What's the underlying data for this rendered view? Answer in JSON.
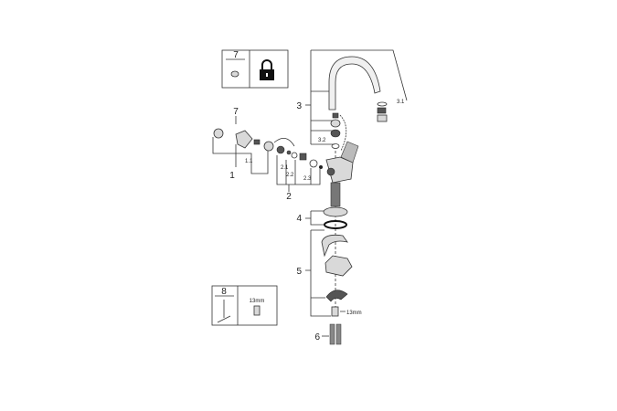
{
  "diagram": {
    "info_box_7": {
      "label": "7",
      "icon": "padlock-icon"
    },
    "info_box_8": {
      "label": "8",
      "size": "13mm"
    },
    "callouts": {
      "c1": "1",
      "c1_1": "1.1",
      "c2": "2",
      "c2_1": "2.1",
      "c2_2": "2.2",
      "c2_3": "2.3",
      "c3": "3",
      "c3_1": "3.1",
      "c3_2": "3.2",
      "c4": "4",
      "c5": "5",
      "c6": "6",
      "c7": "7",
      "wrench_size": "13mm"
    }
  }
}
